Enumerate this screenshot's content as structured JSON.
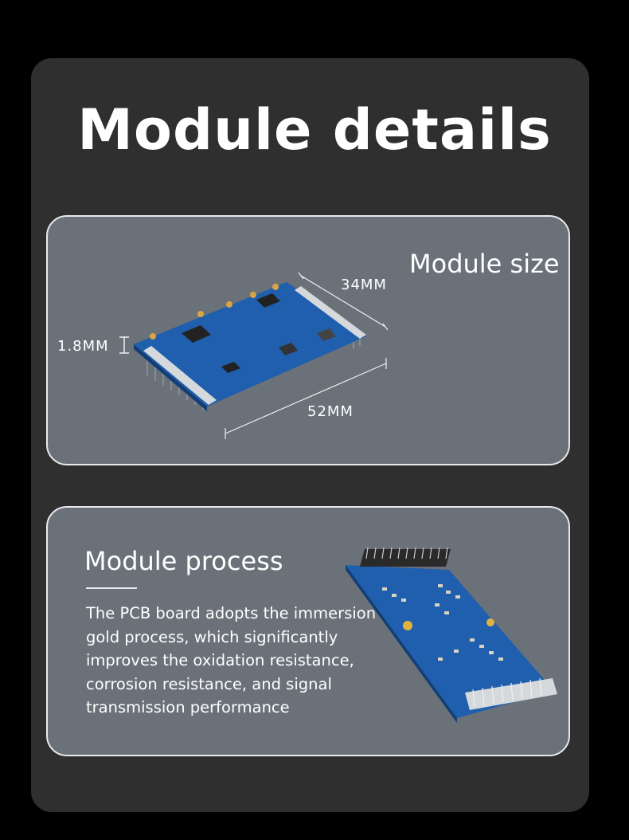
{
  "title": "Module details",
  "size_card": {
    "heading": "Module size",
    "dim_width": "34MM",
    "dim_length": "52MM",
    "dim_thickness": "1.8MM"
  },
  "process_card": {
    "heading": "Module process",
    "description": "The PCB board adopts the immersion gold process, which significantly improves the oxidation resistance, corrosion resistance, and signal transmission performance"
  },
  "colors": {
    "page_bg": "#000000",
    "panel_bg": "#2f2f2f",
    "card_bg": "#6a7178",
    "pcb_blue": "#1f5fae"
  }
}
